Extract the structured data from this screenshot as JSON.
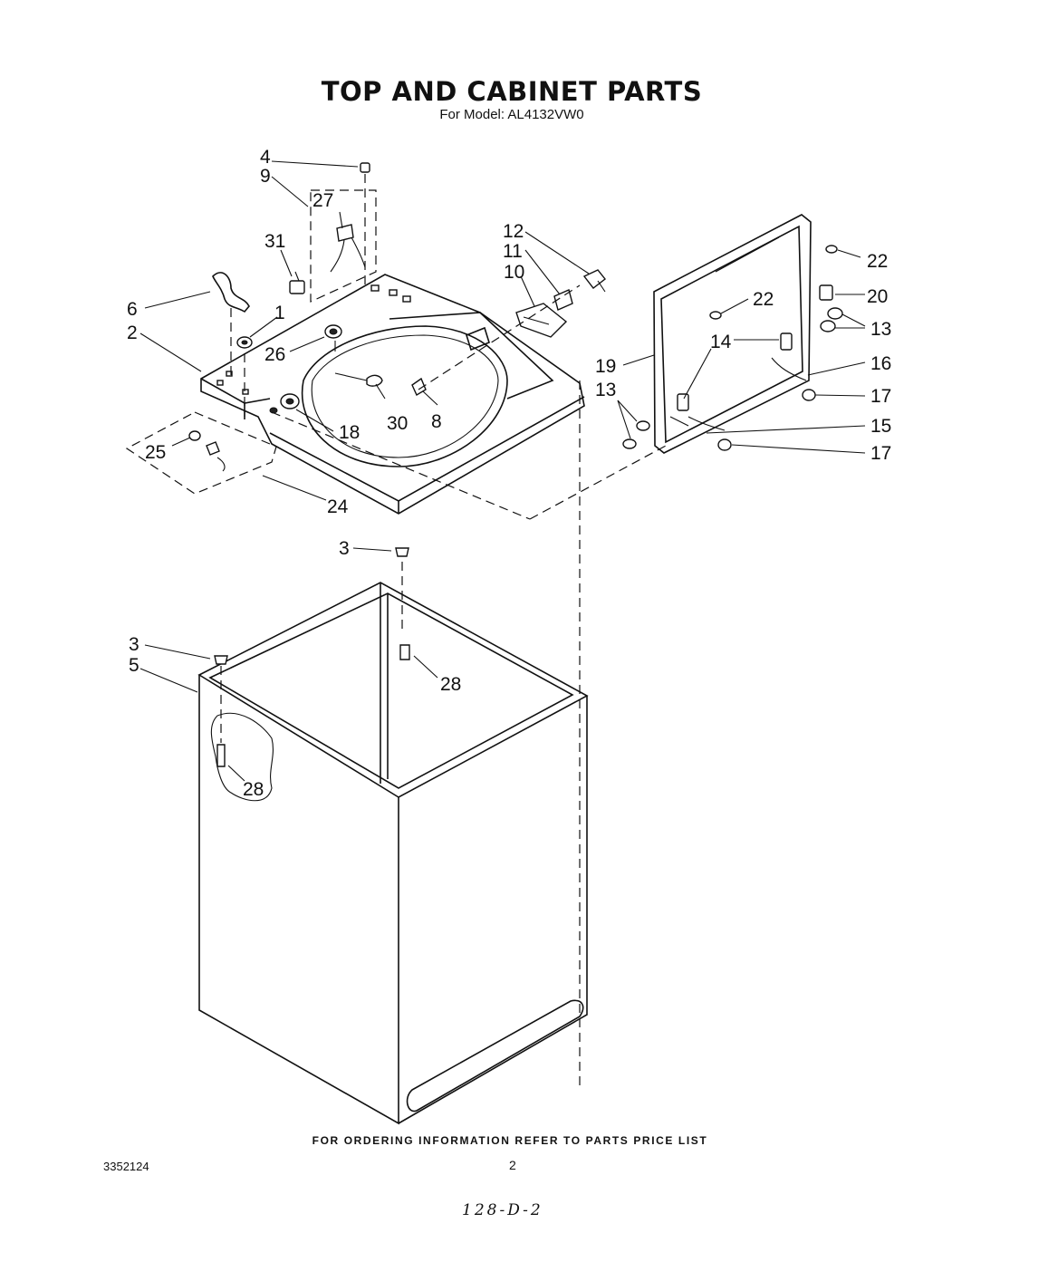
{
  "title": "TOP AND CABINET PARTS",
  "subtitle": "For Model: AL4132VW0",
  "footer_note": "FOR ORDERING INFORMATION REFER TO PARTS PRICE LIST",
  "document_number": "3352124",
  "page_number": "2",
  "handwritten_note": "128-D-2",
  "callouts": {
    "c1": "1",
    "c2": "2",
    "c3a": "3",
    "c3b": "3",
    "c4": "4",
    "c5": "5",
    "c6": "6",
    "c8": "8",
    "c9": "9",
    "c10": "10",
    "c11": "11",
    "c12": "12",
    "c13a": "13",
    "c13b": "13",
    "c14": "14",
    "c15": "15",
    "c16": "16",
    "c17a": "17",
    "c17b": "17",
    "c18": "18",
    "c19": "19",
    "c20": "20",
    "c22a": "22",
    "c22b": "22",
    "c24": "24",
    "c25": "25",
    "c26": "26",
    "c27": "27",
    "c28a": "28",
    "c28b": "28",
    "c30": "30",
    "c31": "31"
  }
}
